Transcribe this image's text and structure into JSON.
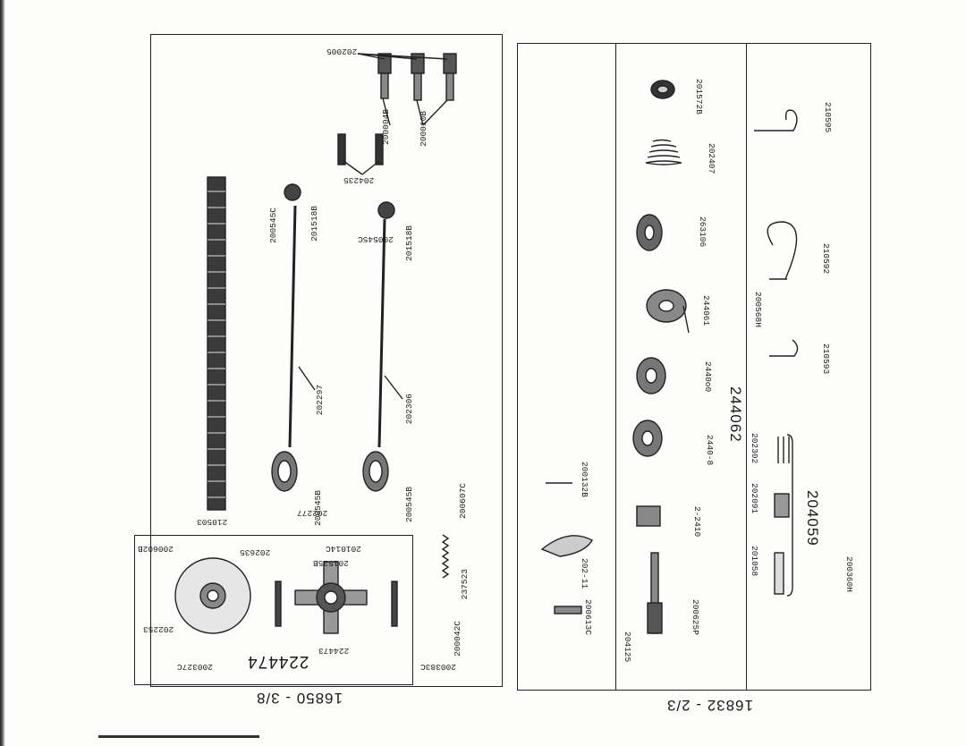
{
  "left_sheet": {
    "sheet_number": "16850 - 3/8",
    "assembly_number": "224474",
    "parts": {
      "p202005": "202005",
      "p200010B": "200010B",
      "p200004B": "200004B",
      "p204235": "204235",
      "p200545C_a": "200545C",
      "p201518B_a": "201518B",
      "p200545C_b": "200545C",
      "p201518B_b": "201518B",
      "p202297": "202297",
      "p202306": "202306",
      "p200545B_a": "200545B",
      "p200545B_b": "200545B",
      "p202277": "202277",
      "p210503": "210503",
      "p200607C": "200607C",
      "p237523": "237523",
      "p200042C": "200042C",
      "p200383C": "200383C",
      "p200602B": "200602B",
      "p202635": "202635",
      "p201014C": "201014C",
      "p201525B": "201525B",
      "p202253": "202253",
      "p224473": "224473",
      "p200327C": "200327C"
    }
  },
  "right_sheet": {
    "sheet_number": "16832 - 2/3",
    "assembly_a": "244062",
    "assembly_b": "204059",
    "parts": {
      "p201572B": "201572B",
      "p202407": "202407",
      "p263106": "263106",
      "p244061": "244061",
      "p244060": "2440o0",
      "p244058": "2440-8",
      "p200132B": "200132B",
      "p2410": "2-2410",
      "p202411": "202-11",
      "p200613C": "200613C",
      "p200625": "200625P",
      "p204125": "204125",
      "p210595": "210595",
      "p210592": "210592",
      "p200568H": "200568H",
      "p210593": "210593",
      "p202302": "202302",
      "p202091": "202091",
      "p201058": "201058",
      "p200360H": "200360H"
    }
  }
}
